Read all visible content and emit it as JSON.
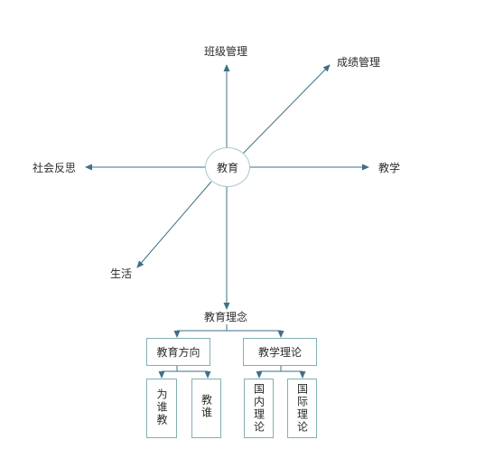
{
  "center": "教育",
  "branches": {
    "top": "班级管理",
    "top_right": "成绩管理",
    "right": "教学",
    "left": "社会反思",
    "bottom_left": "生活",
    "bottom": "教育理念"
  },
  "tree": {
    "left_node": "教育方向",
    "right_node": "教学理论",
    "leaves": [
      "为谁教",
      "教谁",
      "国内理论",
      "国际理论"
    ]
  },
  "colors": {
    "arrow": "#3f6f8a",
    "box_border": "#7fb1b3",
    "ellipse_border": "#a9c8c8"
  }
}
